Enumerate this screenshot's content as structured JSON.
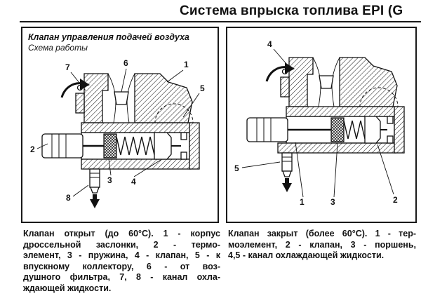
{
  "page": {
    "title": "Система впрыска топлива EPI (G"
  },
  "left_panel": {
    "heading": "Клапан управления подачей воздуха",
    "subheading": "Схема работы",
    "labels": [
      "7",
      "6",
      "1",
      "5",
      "2",
      "3",
      "4",
      "8"
    ],
    "caption_lines": [
      "Клапан открыт (до 60°С). 1 - корпус",
      "дроссельной заслонки, 2 - термо-",
      "элемент, 3 - пружина, 4 - клапан, 5 - к",
      "впускному коллектору, 6 - от воз-",
      "душного фильтра, 7, 8 - канал охла-",
      "ждающей жидкости."
    ]
  },
  "right_panel": {
    "labels": [
      "4",
      "5",
      "1",
      "3",
      "2"
    ],
    "caption_lines": [
      "Клапан закрыт (более 60°С). 1 - тер-",
      "моэлемент, 2 - клапан, 3 - поршень,",
      "4,5 - канал охлаждающей жидкости."
    ]
  }
}
